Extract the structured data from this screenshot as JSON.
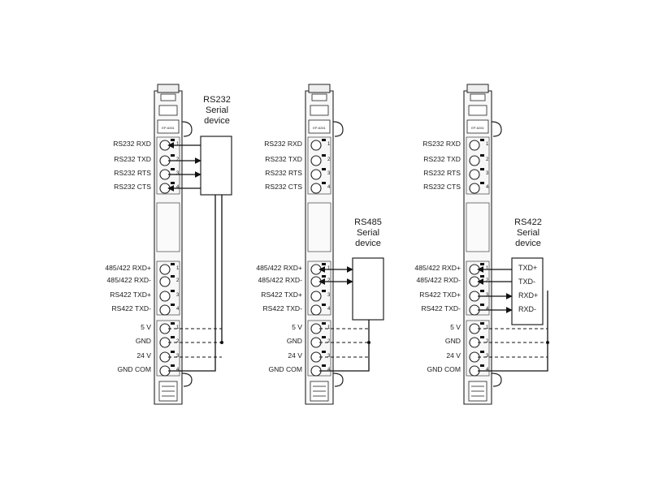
{
  "modules": [
    {
      "id": "rs232",
      "module_label": "EP-6261",
      "device_title_lines": [
        "RS232",
        "Serial",
        "device"
      ],
      "terminal_labels": [
        "RS232 RXD",
        "RS232 TXD",
        "RS232 RTS",
        "RS232 CTS",
        "485/422 RXD+",
        "485/422 RXD-",
        "RS422 TXD+",
        "RS422 TXD-",
        "5 V",
        "GND",
        "24 V",
        "GND COM"
      ],
      "device_pin_labels": []
    },
    {
      "id": "rs485",
      "module_label": "EP-6261",
      "device_title_lines": [
        "RS485",
        "Serial",
        "device"
      ],
      "terminal_labels": [
        "RS232 RXD",
        "RS232 TXD",
        "RS232 RTS",
        "RS232 CTS",
        "485/422 RXD+",
        "485/422 RXD-",
        "RS422 TXD+",
        "RS422 TXD-",
        "5 V",
        "GND",
        "24 V",
        "GND COM"
      ],
      "device_pin_labels": []
    },
    {
      "id": "rs422",
      "module_label": "EP-6261",
      "device_title_lines": [
        "RS422",
        "Serial",
        "device"
      ],
      "terminal_labels": [
        "RS232 RXD",
        "RS232 TXD",
        "RS232 RTS",
        "RS232 CTS",
        "485/422 RXD+",
        "485/422 RXD-",
        "RS422 TXD+",
        "RS422 TXD-",
        "5 V",
        "GND",
        "24 V",
        "GND COM"
      ],
      "device_pin_labels": [
        "TXD+",
        "TXD-",
        "RXD+",
        "RXD-"
      ]
    }
  ],
  "terminal_numbers": [
    "1",
    "2",
    "3",
    "4"
  ]
}
